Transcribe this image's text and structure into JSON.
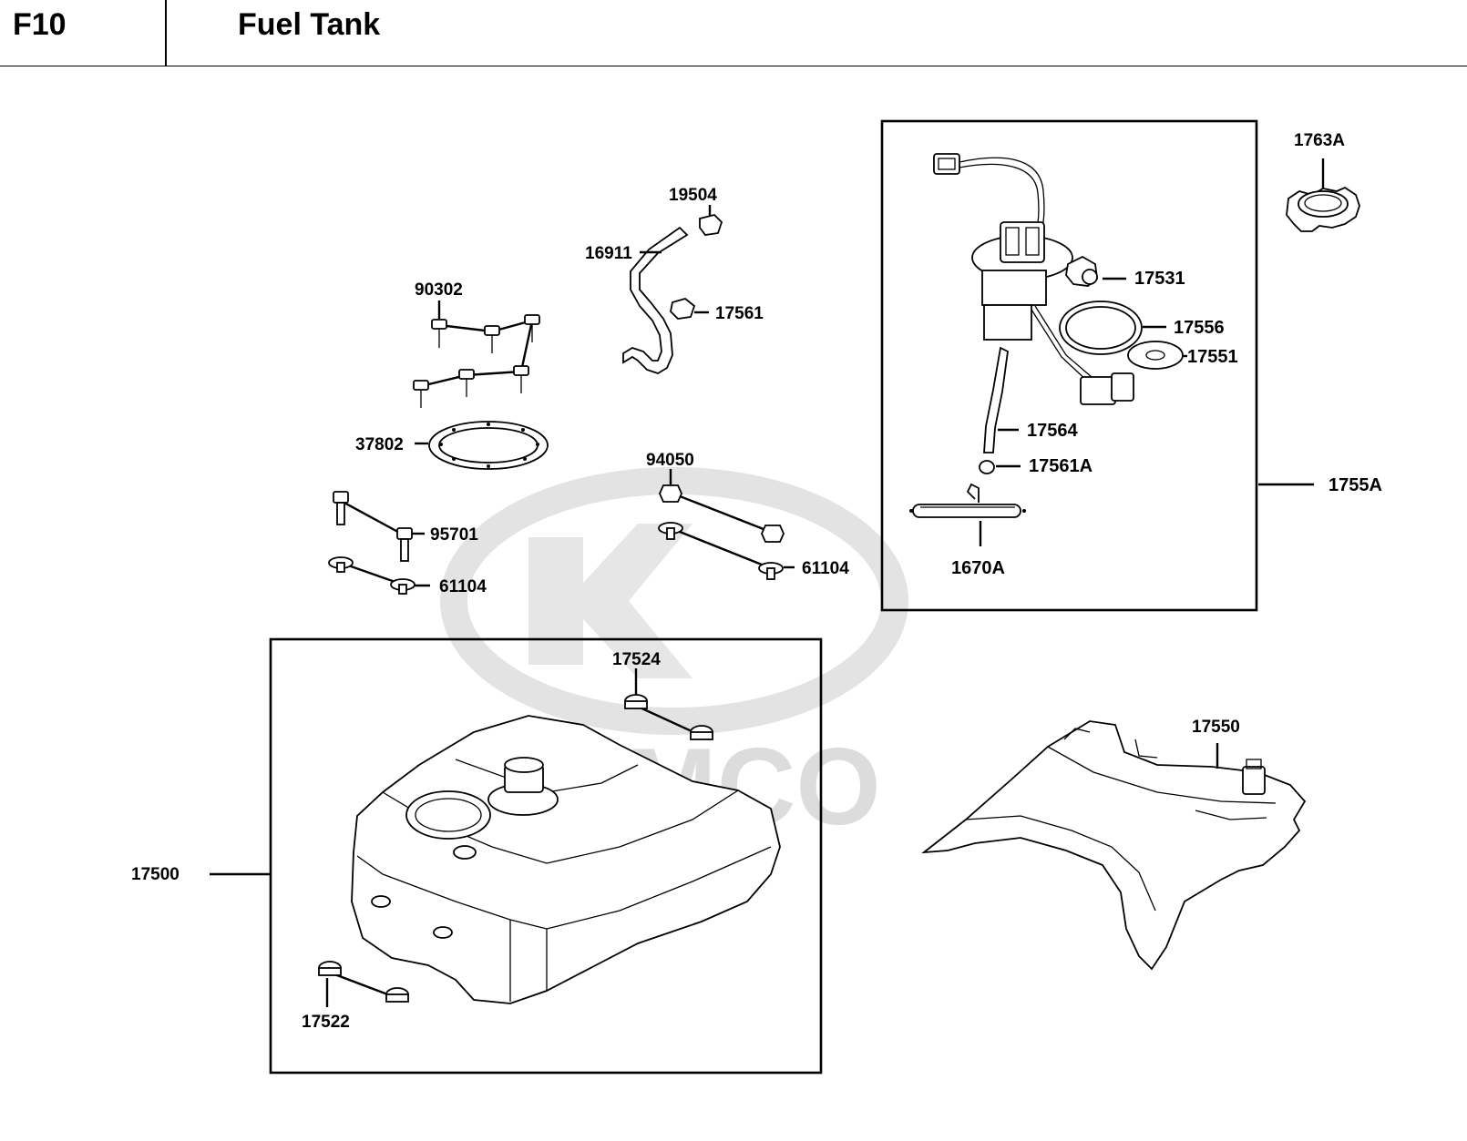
{
  "header": {
    "code": "F10",
    "title": "Fuel Tank"
  },
  "watermark": {
    "brand": "KYMCO",
    "color": "#dcdcdc"
  },
  "parts": {
    "p1763A": "1763A",
    "p1755A": "1755A",
    "p17531": "17531",
    "p17556": "17556",
    "p17551": "17551",
    "p17564": "17564",
    "p17561A": "17561A",
    "p1670A": "1670A",
    "p19504": "19504",
    "p16911": "16911",
    "p17561": "17561",
    "p90302": "90302",
    "p37802": "37802",
    "p94050": "94050",
    "p95701": "95701",
    "p61104a": "61104",
    "p61104b": "61104",
    "p17524": "17524",
    "p17500": "17500",
    "p17522": "17522",
    "p17550": "17550"
  }
}
